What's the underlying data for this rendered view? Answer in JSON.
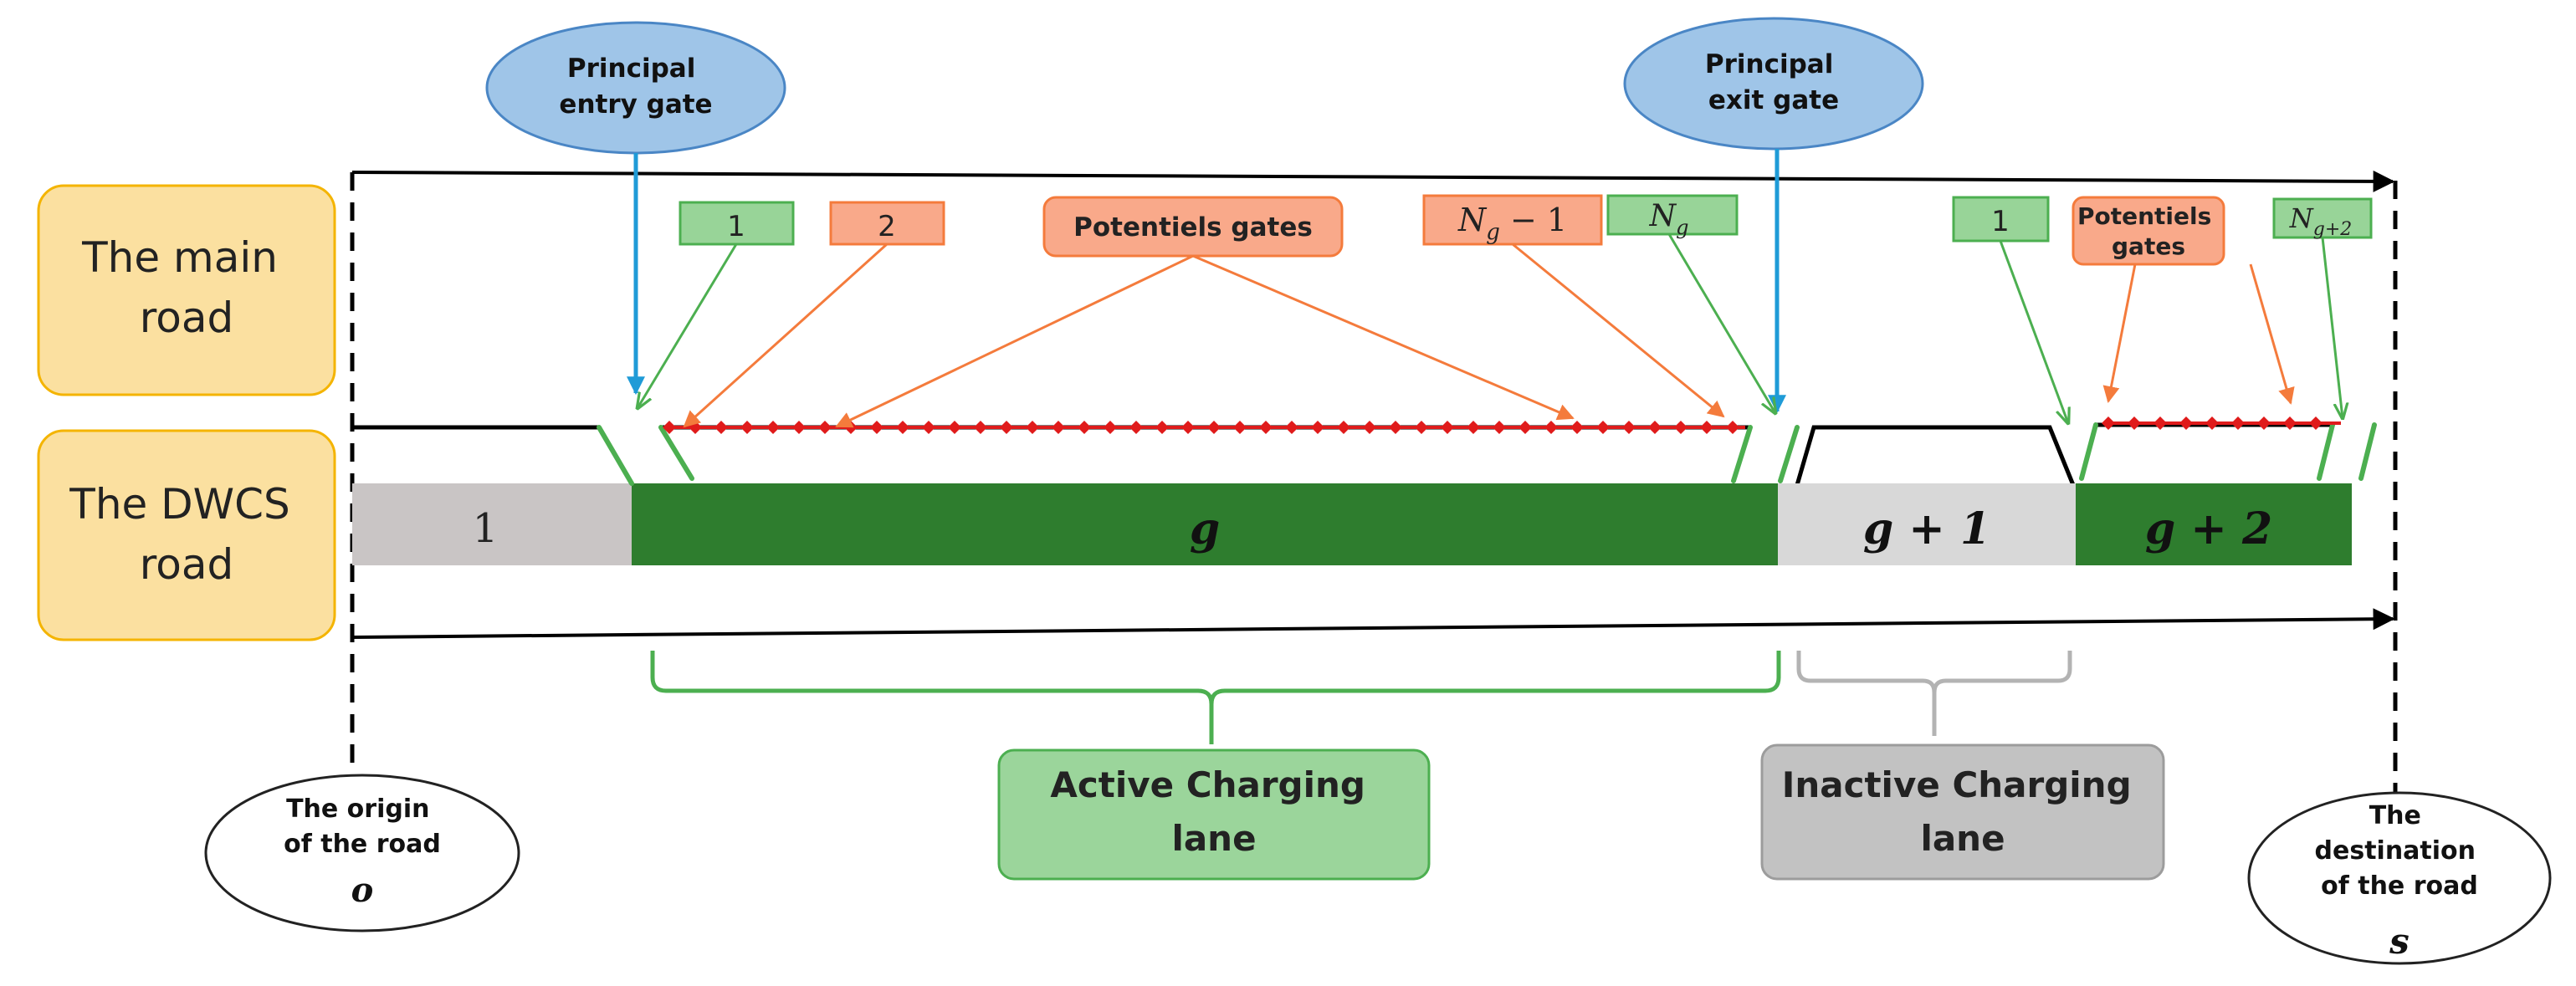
{
  "colors": {
    "active_green": "#2e7d2e",
    "inactive_gray": "#cfcfcf",
    "segment1_gray": "#c9c5c5",
    "label_orange_fill": "#fbe0a0",
    "label_orange_stroke": "#f4b400",
    "gate_green_fill": "#98d498",
    "gate_green_stroke": "#4caf50",
    "gate_orange_fill": "#f9a98a",
    "gate_orange_stroke": "#f47b3c",
    "blue_fill": "#9fc5e8",
    "blue_stroke": "#4a86c5",
    "blue_line": "#1f9bd7",
    "dot_red": "#e01b1b",
    "active_box_fill": "#9bd59b",
    "inactive_box_fill": "#c2c2c2"
  },
  "road_labels": {
    "main_road": [
      "The main",
      "road"
    ],
    "dwcs_road": [
      "The DWCS",
      "road"
    ]
  },
  "principal_gates": {
    "entry": [
      "Principal",
      "entry gate"
    ],
    "exit": [
      "Principal",
      "exit gate"
    ]
  },
  "segments": {
    "s1": "1",
    "g": "g",
    "g1": "g + 1",
    "g2": "g + 2"
  },
  "gate_labels": {
    "a1": "1",
    "a2": "2",
    "potentiels_a": "Potentiels gates",
    "ng_minus_1": "N",
    "ng_minus_1_sub": "g",
    "ng_minus_1_rest": " − 1",
    "ng": "N",
    "ng_sub": "g",
    "b1": "1",
    "potentiels_b": [
      "Potentiels",
      "gates"
    ],
    "ng2": "N",
    "ng2_sub": "g+2"
  },
  "lane_labels": {
    "active": [
      "Active Charging",
      "lane"
    ],
    "inactive": [
      "Inactive Charging",
      "lane"
    ]
  },
  "origin": {
    "lines": [
      "The origin",
      "of the road"
    ],
    "symbol": "o"
  },
  "destination": {
    "lines": [
      "The",
      "destination",
      "of the road"
    ],
    "symbol": "s"
  }
}
